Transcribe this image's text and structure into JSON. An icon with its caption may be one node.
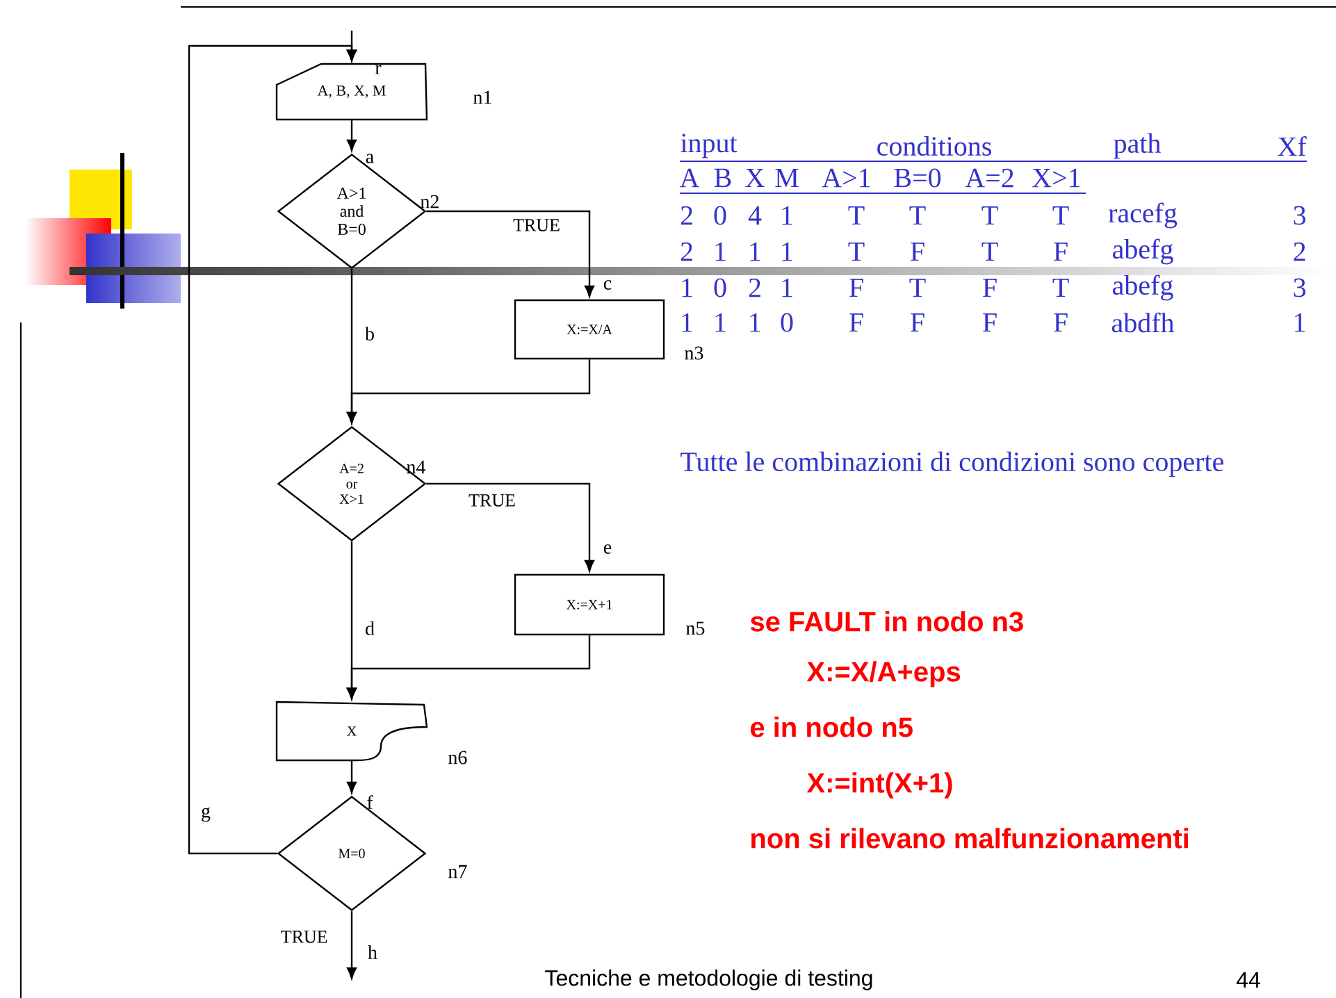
{
  "diagram": {
    "nodes": [
      {
        "text": [
          "A, B, X, M"
        ],
        "beside": [
          "n1"
        ]
      },
      {
        "text": [
          "A>1 and B=0"
        ],
        "beside": [
          "n2"
        ]
      },
      {
        "text": [
          "X:=X/A"
        ],
        "beside": [
          "n3"
        ]
      },
      {
        "text": [
          "A=2 or X>1"
        ],
        "beside": [
          "n4"
        ]
      },
      {
        "text": [
          "X:=X+1"
        ],
        "beside": [
          "n5"
        ]
      },
      {
        "text": [
          "X"
        ],
        "beside": [
          "n6"
        ]
      },
      {
        "text": [
          "M=0"
        ],
        "beside": [
          "n7"
        ]
      }
    ],
    "edges": [
      {
        "from": null,
        "to": 0,
        "arrow": "to",
        "label": "r"
      },
      {
        "from": 0,
        "to": 1,
        "arrow": "to",
        "label": "a"
      },
      {
        "from": 1,
        "to": 2,
        "arrow": "to",
        "label": "c"
      },
      {
        "from": 1,
        "to": 3,
        "arrow": "to",
        "label": "b"
      },
      {
        "from": 2,
        "to": 3,
        "arrow": "to"
      },
      {
        "from": 3,
        "to": 4,
        "arrow": "to",
        "label": "e"
      },
      {
        "from": 3,
        "to": 5,
        "arrow": "to",
        "label": "d"
      },
      {
        "from": 4,
        "to": 5,
        "arrow": "to"
      },
      {
        "from": 5,
        "to": 6,
        "arrow": "to",
        "label": "f"
      },
      {
        "from": 6,
        "to": 0,
        "arrow": "to",
        "label": "g"
      },
      {
        "from": 6,
        "to": null,
        "arrow": "to",
        "label": "h"
      }
    ],
    "labels": [
      "input",
      "conditions",
      "path",
      "Xf",
      "A",
      "B",
      "X",
      "M",
      "A>1",
      "B=0",
      "A=2",
      "X>1",
      "2",
      "0",
      "4",
      "1",
      "T",
      "T",
      "T",
      "T",
      "racefg",
      "3",
      "2",
      "1",
      "1",
      "1",
      "T",
      "F",
      "T",
      "F",
      "abefg",
      "2",
      "1",
      "0",
      "2",
      "1",
      "F",
      "T",
      "F",
      "T",
      "abefg",
      "3",
      "1",
      "1",
      "1",
      "0",
      "F",
      "F",
      "F",
      "F",
      "abdfh",
      "1",
      "TRUE",
      "TRUE",
      "Tutte le combinazioni di condizioni sono coperte",
      "TRUE",
      "se FAULT in nodo n3",
      "X:=X/A+eps",
      "e in nodo n5",
      "X:=int(X+1)",
      "non si rilevano malfunzionamenti",
      "Tecniche e metodologie di testing",
      "44"
    ]
  }
}
